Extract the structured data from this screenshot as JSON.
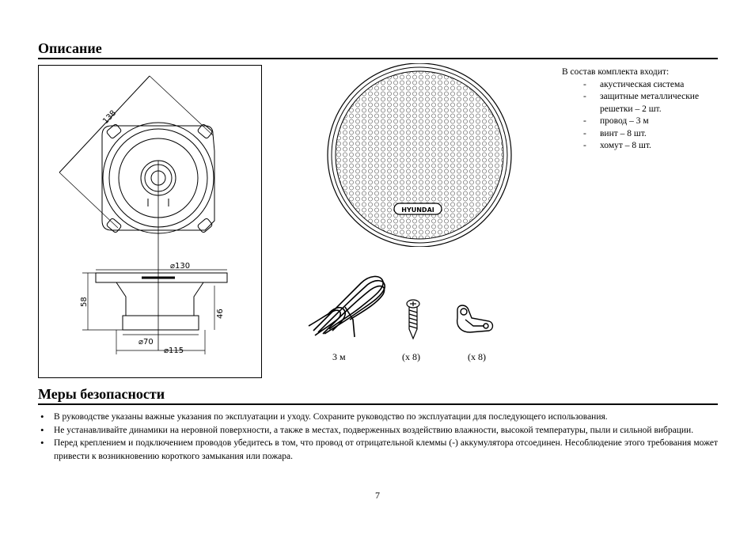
{
  "description": {
    "title": "Описание"
  },
  "dimensions": {
    "diagonal": "138",
    "diameter_outer": "⌀130",
    "height_total": "58",
    "height_mount": "46",
    "magnet_diameter": "⌀70",
    "base_diameter": "⌀115"
  },
  "grille": {
    "brand": "HYUNDAI"
  },
  "kit": {
    "intro": "В состав комплекта входит:",
    "items": [
      "акустическая система",
      "защитные металлические решетки – 2 шт.",
      "провод – 3 м",
      "винт – 8 шт.",
      "хомут – 8 шт."
    ]
  },
  "accessories": {
    "cable_label": "3 м",
    "screw_label": "(x 8)",
    "clip_label": "(x 8)"
  },
  "safety": {
    "title": "Меры безопасности",
    "items": [
      "В руководстве указаны важные указания по эксплуатации и уходу. Сохраните руководство по эксплуатации для последующего использования.",
      "Не устанавливайте динамики на неровной поверхности, а также в местах, подверженных воздействию влажности, высокой температуры, пыли и сильной вибрации.",
      "Перед креплением и подключением проводов убедитесь в том, что провод от отрицательной клеммы (-) аккумулятора отсоединен. Несоблюдение этого требования может привести к возникновению короткого замыкания или пожара."
    ]
  },
  "page_number": "7"
}
